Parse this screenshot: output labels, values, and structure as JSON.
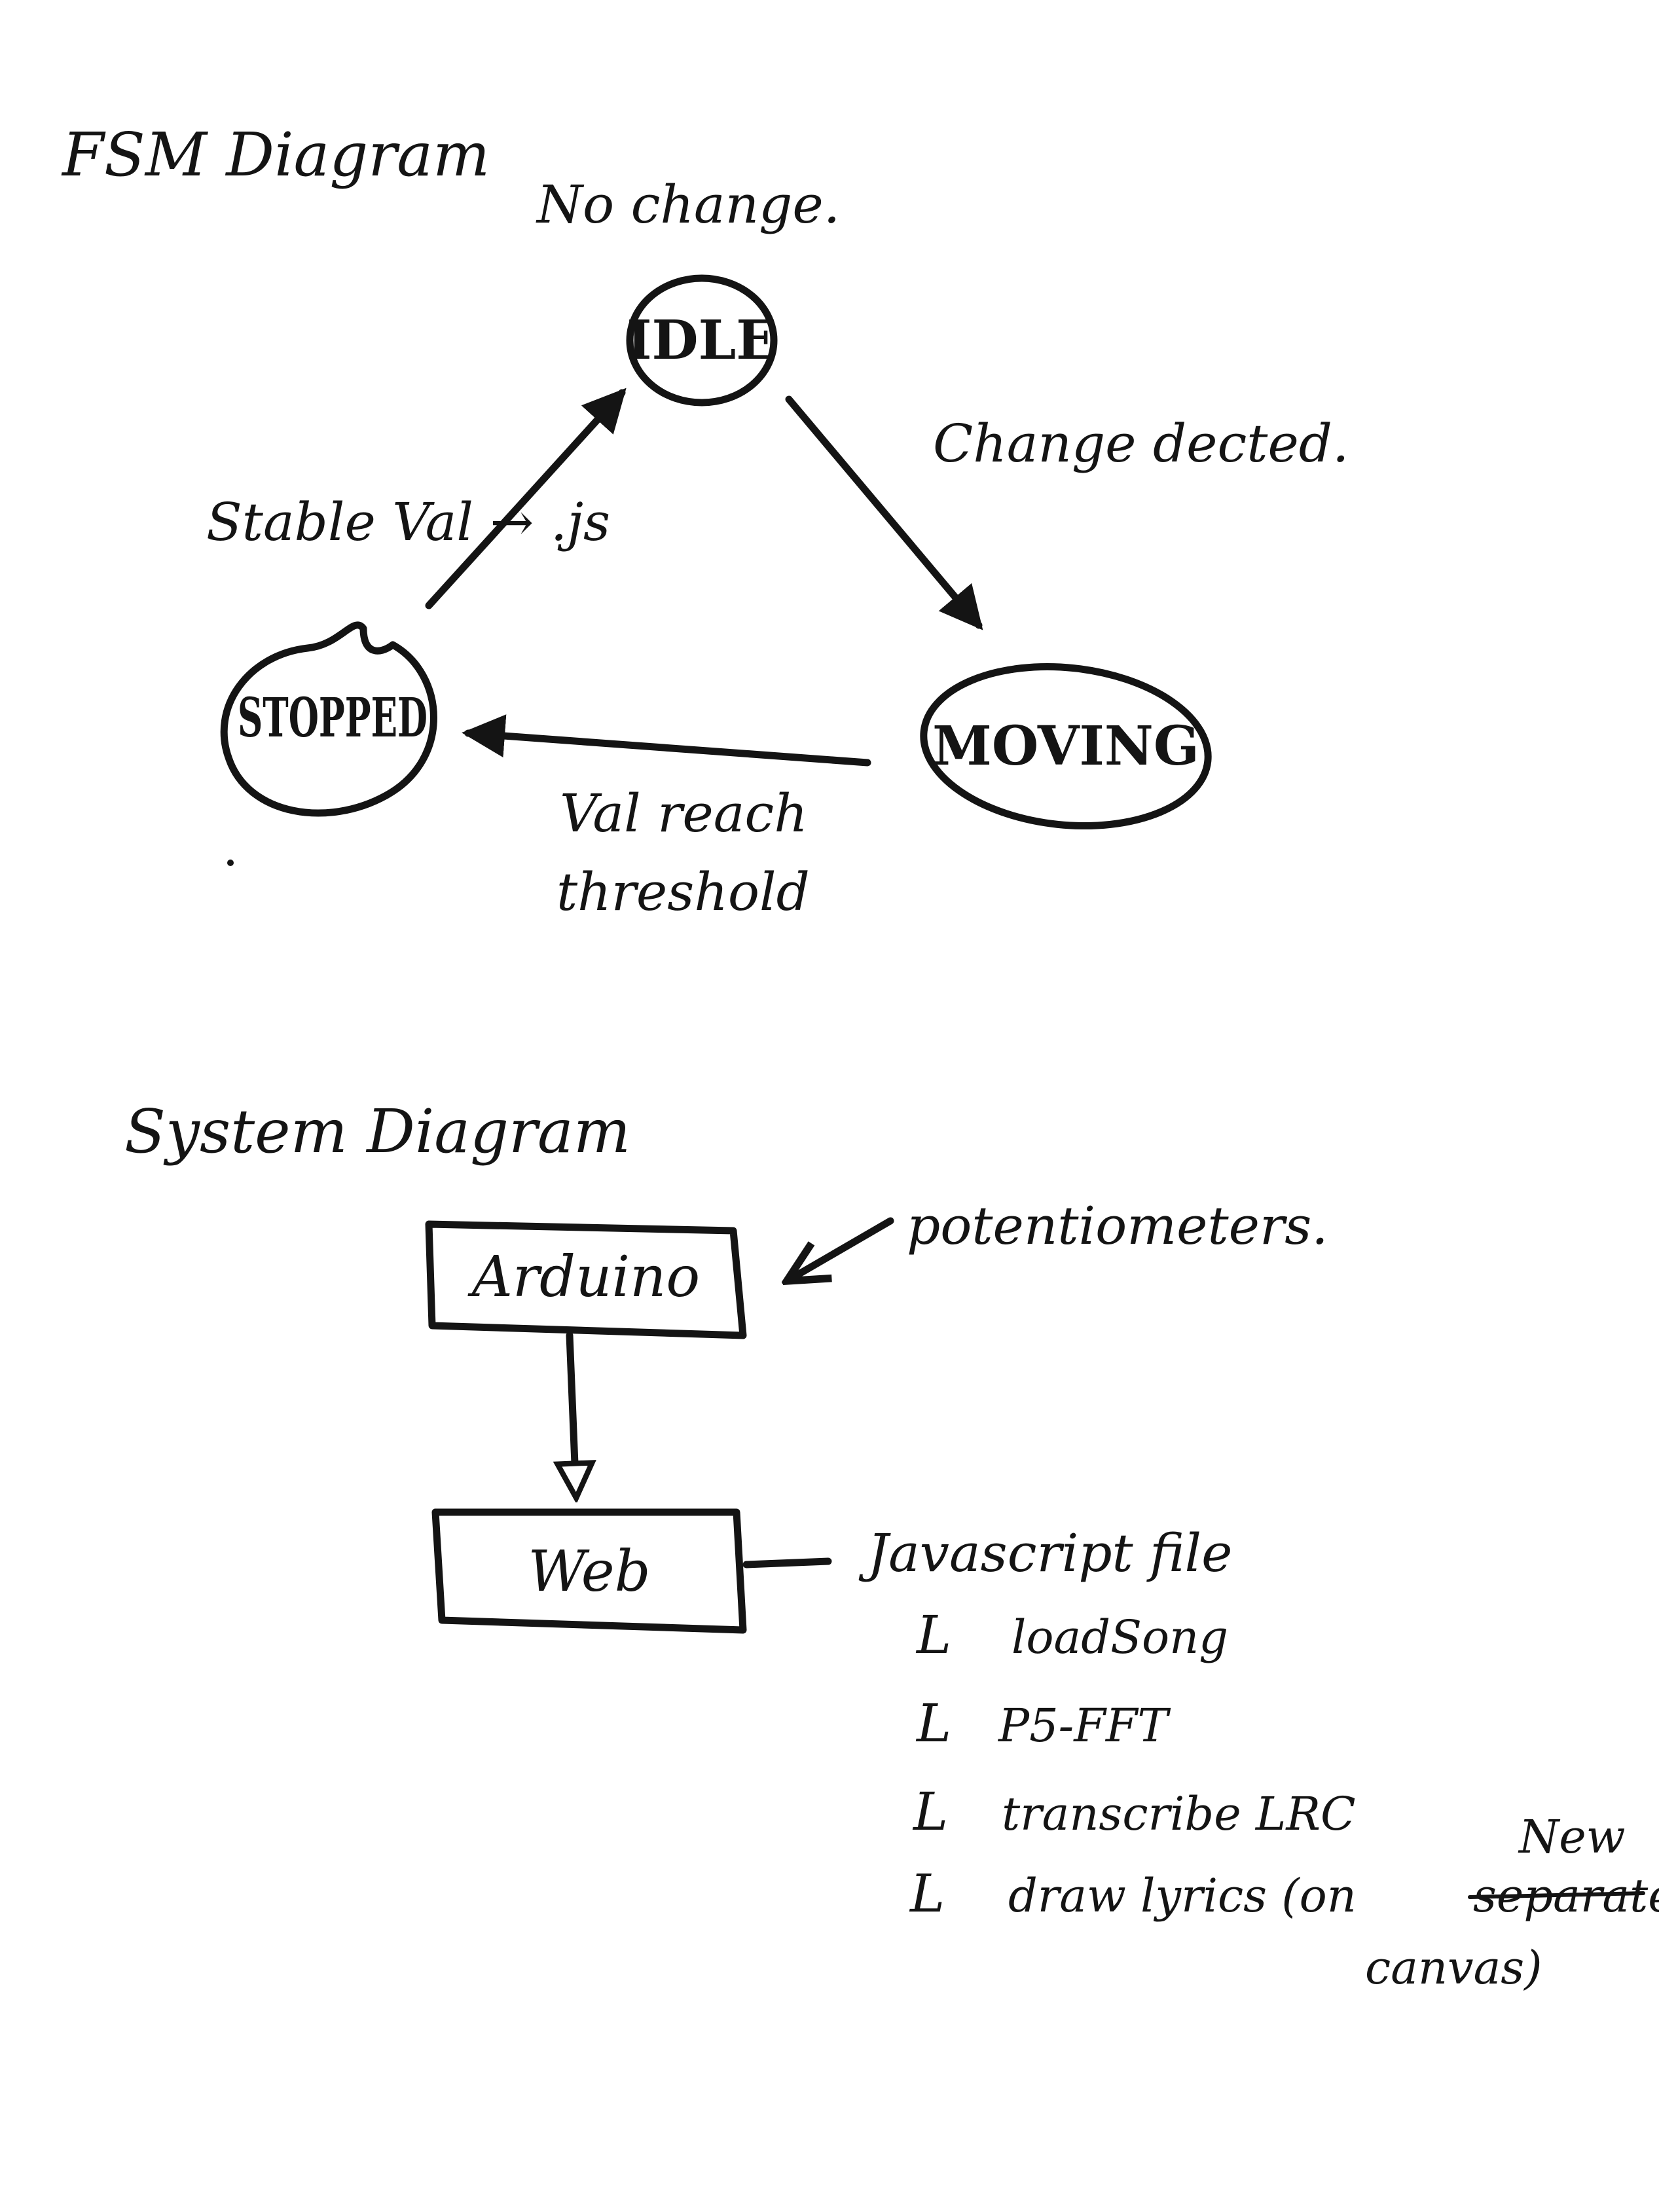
{
  "fsm": {
    "title": "FSM Diagram",
    "states": {
      "idle": "IDLE",
      "stopped": "STOPPED",
      "moving": "MOVING"
    },
    "labels": {
      "idle_self": "No change.",
      "idle_to_moving": "Change dected.",
      "stopped_to_idle": "Stable Val → .js",
      "moving_to_stopped_line1": "Val reach",
      "moving_to_stopped_line2": "threshold"
    }
  },
  "system": {
    "title": "System Diagram",
    "arduino": "Arduino",
    "web": "Web",
    "arduino_input": "potentiometers.",
    "web_file": "Javascript file",
    "tree_marker": "L",
    "functions": [
      "loadSong",
      "P5-FFT",
      "transcribe LRC",
      "draw lyrics (on"
    ],
    "canvas_note_struck": "separate",
    "canvas_note_insert": "New",
    "canvas_note_end": "canvas)"
  }
}
